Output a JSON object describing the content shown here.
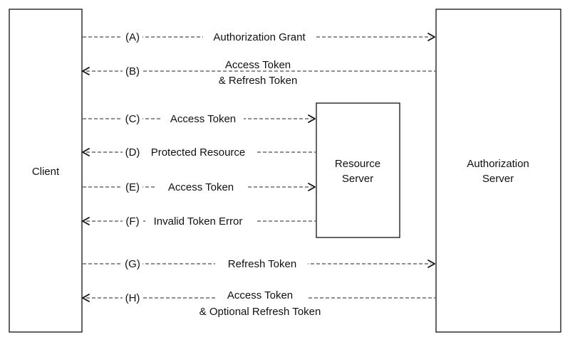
{
  "nodes": {
    "client": {
      "label_lines": [
        "Client"
      ]
    },
    "resource_server": {
      "label_lines": [
        "Resource",
        "Server"
      ]
    },
    "authorization_server": {
      "label_lines": [
        "Authorization",
        "Server"
      ]
    }
  },
  "flows": [
    {
      "step": "(A)",
      "label_lines": [
        "Authorization Grant"
      ],
      "from": "client",
      "to": "authorization_server"
    },
    {
      "step": "(B)",
      "label_lines": [
        "Access Token",
        "& Refresh Token"
      ],
      "from": "authorization_server",
      "to": "client"
    },
    {
      "step": "(C)",
      "label_lines": [
        "Access Token"
      ],
      "from": "client",
      "to": "resource_server"
    },
    {
      "step": "(D)",
      "label_lines": [
        "Protected Resource"
      ],
      "from": "resource_server",
      "to": "client"
    },
    {
      "step": "(E)",
      "label_lines": [
        "Access Token"
      ],
      "from": "client",
      "to": "resource_server"
    },
    {
      "step": "(F)",
      "label_lines": [
        "Invalid Token Error"
      ],
      "from": "resource_server",
      "to": "client"
    },
    {
      "step": "(G)",
      "label_lines": [
        "Refresh Token"
      ],
      "from": "client",
      "to": "authorization_server"
    },
    {
      "step": "(H)",
      "label_lines": [
        "Access Token",
        "& Optional Refresh Token"
      ],
      "from": "authorization_server",
      "to": "client"
    }
  ]
}
